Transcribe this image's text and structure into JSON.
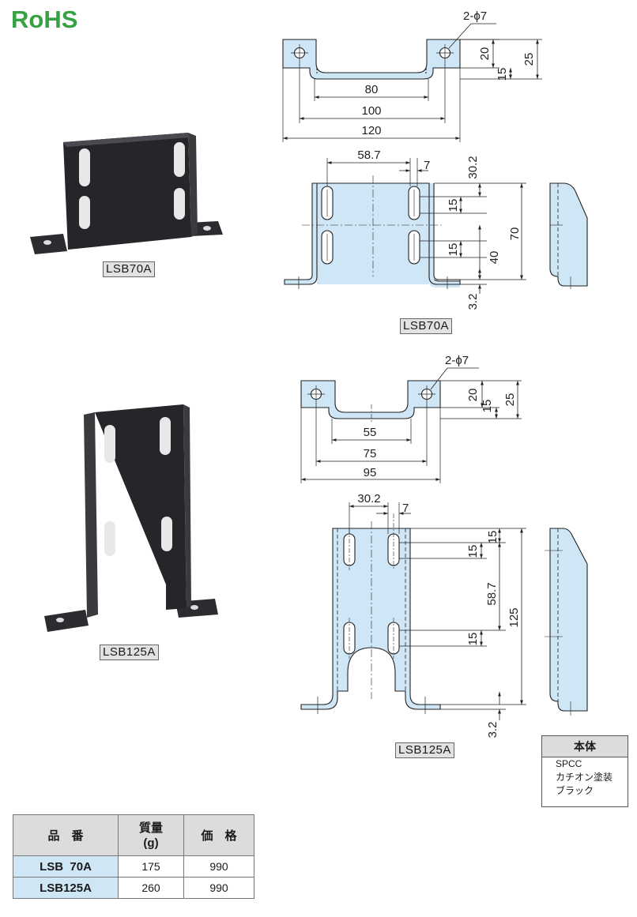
{
  "rohs": "RoHS",
  "captions": {
    "lsb70_photo": "LSB70A",
    "lsb70_drawing": "LSB70A",
    "lsb125_photo": "LSB125A",
    "lsb125_drawing": "LSB125A"
  },
  "dims70_top": {
    "holes": "2-ϕ7",
    "d20": "20",
    "d15": "15",
    "d25": "25",
    "d80": "80",
    "d100": "100",
    "d120": "120"
  },
  "dims70_front": {
    "d58": "58.7",
    "d7": "7",
    "d30": "30.2",
    "d15a": "15",
    "d15b": "15",
    "d40": "40",
    "d70": "70",
    "d32": "3.2"
  },
  "dims125_top": {
    "holes": "2-ϕ7",
    "d20": "20",
    "d15": "15",
    "d25": "25",
    "d55": "55",
    "d75": "75",
    "d95": "95"
  },
  "dims125_front": {
    "d30": "30.2",
    "d7": "7",
    "d15a": "15",
    "d15b": "15",
    "d15c": "15",
    "d58": "58.7",
    "d125": "125",
    "d32": "3.2"
  },
  "material": {
    "header": "本体",
    "lines": [
      "SPCC",
      "カチオン塗装",
      "ブラック"
    ]
  },
  "price_table": {
    "headers": [
      "品　番",
      "質量\n(g)",
      "価　格"
    ],
    "rows": [
      {
        "model": "LSB  70A",
        "mass": "175",
        "price": "990"
      },
      {
        "model": "LSB125A",
        "mass": "260",
        "price": "990"
      }
    ]
  },
  "colors": {
    "part_fill": "#cfe6f7",
    "rohs_green": "#37a244",
    "photo_dark": "#27272b"
  }
}
